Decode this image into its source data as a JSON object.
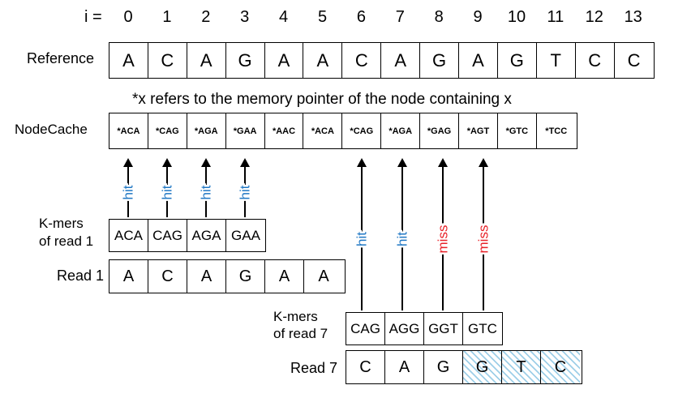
{
  "index_label": "i =",
  "indices": [
    "0",
    "1",
    "2",
    "3",
    "4",
    "5",
    "6",
    "7",
    "8",
    "9",
    "10",
    "11",
    "12",
    "13"
  ],
  "reference": {
    "label": "Reference",
    "bases": [
      "A",
      "C",
      "A",
      "G",
      "A",
      "A",
      "C",
      "A",
      "G",
      "A",
      "G",
      "T",
      "C",
      "C"
    ]
  },
  "note": "*x refers to the memory pointer of the node containing x",
  "nodecache": {
    "label": "NodeCache",
    "entries": [
      "*ACA",
      "*CAG",
      "*AGA",
      "*GAA",
      "*AAC",
      "*ACA",
      "*CAG",
      "*AGA",
      "*GAG",
      "*AGT",
      "*GTC",
      "*TCC"
    ]
  },
  "kmers1": {
    "label_line1": "K-mers",
    "label_line2": "of read 1",
    "items": [
      "ACA",
      "CAG",
      "AGA",
      "GAA"
    ]
  },
  "read1": {
    "label": "Read 1",
    "bases": [
      "A",
      "C",
      "A",
      "G",
      "A",
      "A"
    ]
  },
  "kmers7": {
    "label_line1": "K-mers",
    "label_line2": "of read 7",
    "items": [
      "CAG",
      "AGG",
      "GGT",
      "GTC"
    ]
  },
  "read7": {
    "label": "Read 7",
    "bases": [
      "C",
      "A",
      "G",
      "G",
      "T",
      "C"
    ],
    "hatched_from": 3
  },
  "lookups": [
    {
      "result": "hit",
      "color": "#1f77c4"
    },
    {
      "result": "hit",
      "color": "#1f77c4"
    },
    {
      "result": "hit",
      "color": "#1f77c4"
    },
    {
      "result": "hit",
      "color": "#1f77c4"
    },
    {
      "result": "hit",
      "color": "#1f77c4"
    },
    {
      "result": "hit",
      "color": "#1f77c4"
    },
    {
      "result": "miss",
      "color": "#e8232a"
    },
    {
      "result": "miss",
      "color": "#e8232a"
    }
  ]
}
